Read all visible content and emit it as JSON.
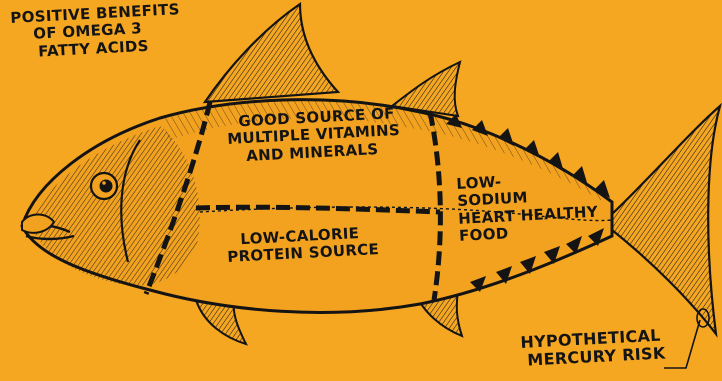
{
  "diagram": {
    "colors": {
      "background": "#F6A722",
      "ink": "#141414",
      "fish_body": "#F3A21F"
    },
    "labels": {
      "omega3": [
        "POSITIVE BENEFITS",
        "OF OMEGA 3",
        "FATTY ACIDS"
      ],
      "vitamins": [
        "GOOD SOURCE OF",
        "MULTIPLE VITAMINS",
        "AND MINERALS"
      ],
      "protein": [
        "LOW-CALORIE",
        "PROTEIN SOURCE"
      ],
      "sodium": [
        "LOW-",
        "SODIUM",
        "HEART HEALTHY",
        "FOOD"
      ],
      "mercury": [
        "HYPOTHETICAL",
        "MERCURY RISK"
      ]
    }
  }
}
